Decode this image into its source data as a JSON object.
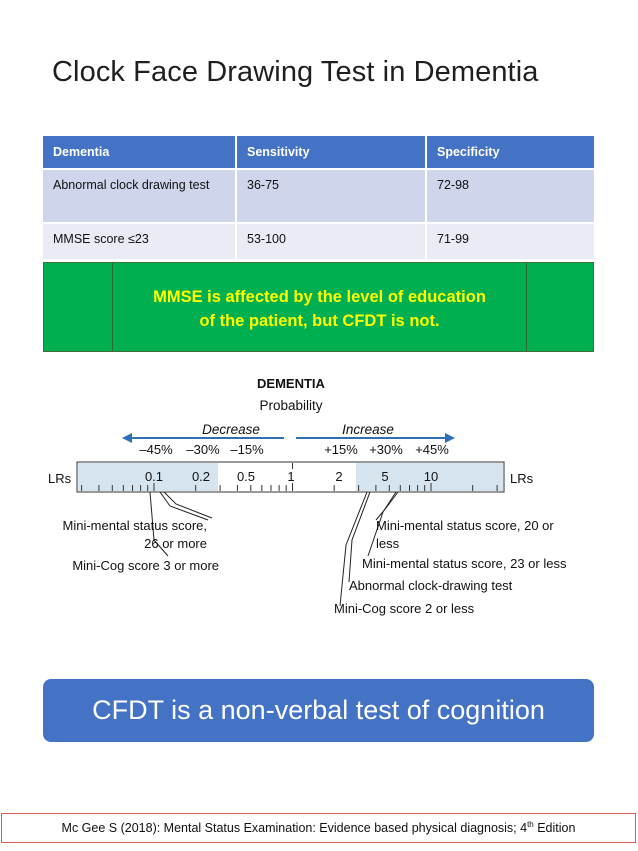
{
  "title": "Clock Face Drawing Test in Dementia",
  "table": {
    "headers": [
      "Dementia",
      "Sensitivity",
      "Specificity"
    ],
    "rows": [
      [
        "Abnormal clock drawing test",
        "36-75",
        "72-98"
      ],
      [
        "MMSE score ≤23",
        "53-100",
        "71-99"
      ]
    ]
  },
  "note": {
    "line1": "MMSE is affected by the level of education",
    "line2": "of the patient, but CFDT is not."
  },
  "figure": {
    "heading": "DEMENTIA",
    "subheading": "Probability",
    "decrease_label": "Decrease",
    "increase_label": "Increase",
    "decrease_pcts": [
      "–45%",
      "–30%",
      "–15%"
    ],
    "increase_pcts": [
      "+15%",
      "+30%",
      "+45%"
    ],
    "lr_label": "LRs",
    "scale_ticks": [
      "0.1",
      "0.2",
      "0.5",
      "1",
      "2",
      "5",
      "10"
    ],
    "left_findings": {
      "mmse_26": [
        "Mini-mental status score,",
        "26 or more"
      ],
      "minicog_3": "Mini-Cog score 3 or more"
    },
    "right_findings": {
      "mmse_20": [
        "Mini-mental status score, 20 or",
        "less"
      ],
      "mmse_23": "Mini-mental status score, 23 or less",
      "clock": "Abnormal clock-drawing test",
      "minicog_2": "Mini-Cog score 2 or less"
    }
  },
  "banner": "CFDT is a non-verbal test of cognition",
  "citation": {
    "prefix": "Mc Gee S (2018): Mental Status Examination: Evidence based physical diagnosis; 4",
    "superscript": "th",
    "suffix": " Edition"
  },
  "colors": {
    "header_blue": "#4472c4",
    "row_light": "#cfd5ea",
    "row_lighter": "#e9ebf5",
    "note_green": "#00b050",
    "note_text": "#ffff00",
    "scale_fill": "#d6e4f0",
    "arrow_blue": "#2f6fb5"
  }
}
